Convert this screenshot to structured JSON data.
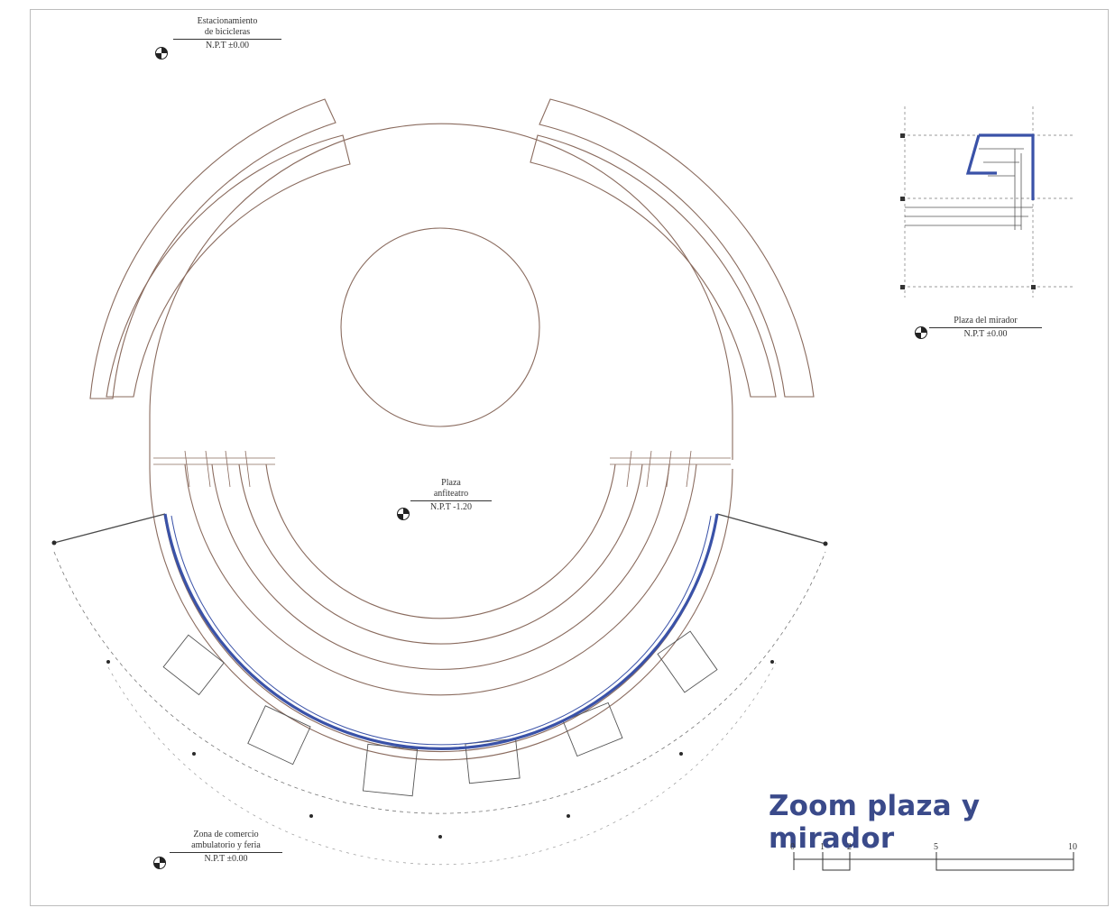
{
  "title": "Zoom plaza y mirador",
  "labels": {
    "bike_parking": {
      "line1": "Estacionamiento",
      "line2": "de bicicleras",
      "level": "N.P.T ±0.00"
    },
    "plaza": {
      "line1": "Plaza",
      "line2": "anfiteatro",
      "level": "N.P.T -1.20"
    },
    "mirador": {
      "line1": "Plaza del mirador",
      "level": "N.P.T ±0.00"
    },
    "commerce": {
      "line1": "Zona de comercio",
      "line2": "ambulatorio y feria",
      "level": "N.P.T ±0.00"
    }
  },
  "scale_bar": {
    "ticks": [
      "0",
      "1",
      "2",
      "5",
      "10"
    ]
  },
  "colors": {
    "accent": "#3a52a8",
    "linework": "#8a6b5e",
    "text": "#333333"
  }
}
